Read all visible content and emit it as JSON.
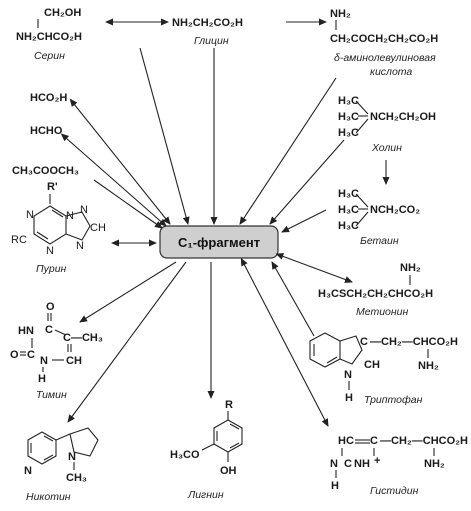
{
  "center": {
    "label": "C₁-фрагмент"
  },
  "compounds": {
    "serine": {
      "f1": "CH₂OH",
      "f2": "NH₂CHCO₂H",
      "name": "Серин"
    },
    "glycine": {
      "f1": "NH₂CH₂CO₂H",
      "name": "Глицин"
    },
    "ala": {
      "f1": "NH₂",
      "f2": "CH₂COCH₂CH₂CO₂H",
      "name1": "δ-аминолевулиновая",
      "name2": "кислота"
    },
    "formic": {
      "f1": "HCO₂H"
    },
    "formaldehyde": {
      "f1": "HCHO"
    },
    "methylacetate": {
      "f1": "CH₃COOCH₃"
    },
    "purine": {
      "r1": "R'",
      "rc": "RC",
      "n": "N",
      "ch": "CH",
      "name": "Пурин"
    },
    "choline": {
      "m1": "H₃C",
      "m2": "H₃C",
      "m3": "H₃C",
      "rest": "NCH₂CH₂OH",
      "name": "Холин"
    },
    "betaine": {
      "m1": "H₃C",
      "m2": "H₃C",
      "m3": "H₃C",
      "rest": "NCH₂CO₂",
      "name": "Бетаин"
    },
    "methionine": {
      "f1": "NH₂",
      "f2": "H₃CSCH₂CH₂CHCO₂H",
      "name": "Метионин"
    },
    "thymine": {
      "hn": "HN",
      "o1": "O",
      "o2": "O",
      "c": "C",
      "ch3": "C—CH₃",
      "ch": "CH",
      "n": "N",
      "h": "H",
      "name": "Тимин"
    },
    "tryptophan": {
      "c": "C",
      "side": "—CH₂—CHCO₂H",
      "nh2": "NH₂",
      "ch": "CH",
      "n": "N",
      "h": "H",
      "name": "Триптофан"
    },
    "nicotine": {
      "n": "N",
      "nring": "N",
      "ch3": "CH₃",
      "name": "Никотин"
    },
    "lignin": {
      "r": "R",
      "oh": "OH",
      "och3": "H₃CO",
      "name": "Лигнин"
    },
    "histidine": {
      "c": "C",
      "side": "—CH₂—CHCO₂H",
      "nh2": "NH₂",
      "hc": "HC",
      "nh": "NH",
      "n": "N",
      "hc2": "C",
      "h": "H",
      "plus": "+",
      "name": "Гистидин"
    }
  }
}
